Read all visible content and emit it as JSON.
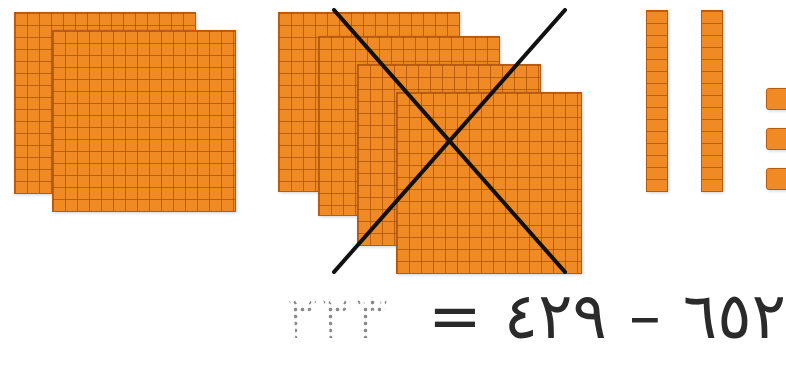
{
  "colors": {
    "block_fill": "#f08a24",
    "block_grid": "#b85a10",
    "cross_line": "#111111",
    "answer_dots": "#8a8a8a",
    "equation_text": "#2a2a2a"
  },
  "model": {
    "hundreds_kept": 2,
    "hundreds_crossed": 4,
    "tens": 2,
    "ones": 3
  },
  "equation": {
    "answer": "٢٢٣",
    "equals": "=",
    "subtrahend": "٤٢٩",
    "minus": "–",
    "minuend": "٦٥٢"
  }
}
